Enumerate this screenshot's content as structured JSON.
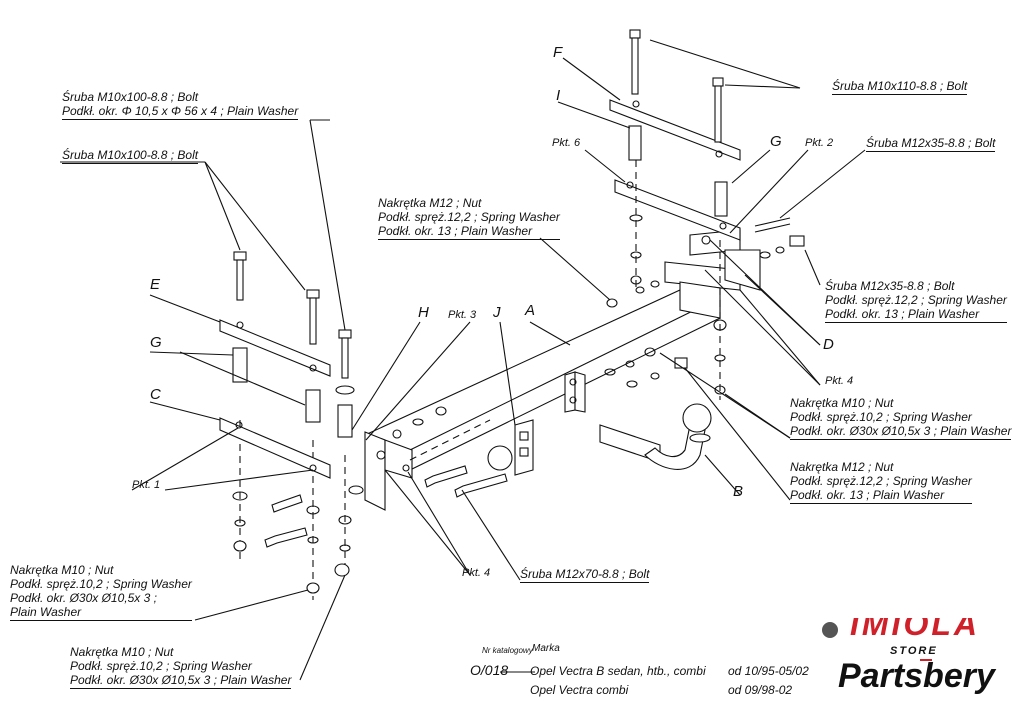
{
  "labels": {
    "bolt_m10x100_washer": [
      "Śruba M10x100-8.8 ;  Bolt",
      "Podkł. okr. Φ 10,5 x Φ 56 x 4 ; Plain Washer"
    ],
    "bolt_m10x100": "Śruba M10x100-8.8 ;  Bolt",
    "bolt_m10x110": "Śruba M10x110-8.8 ;  Bolt",
    "bolt_m12x35_top": "Śruba M12x35-8.8 ;  Bolt",
    "nut_m12_top": [
      "Nakrętka  M12 ; Nut",
      "Podkł. spręż.12,2 ; Spring Washer",
      "Podkł. okr. 13 ; Plain Washer"
    ],
    "bolt_m12x35_right": [
      "Śruba M12x35-8.8 ;  Bolt",
      "Podkł. spręż.12,2 ; Spring Washer",
      "Podkł. okr. 13 ; Plain Washer"
    ],
    "nut_m10_right": [
      "Nakrętka  M10 ; Nut",
      "Podkł. spręż.10,2 ; Spring Washer",
      "Podkł. okr.  Ø30x Ø10,5x 3 ; Plain Washer"
    ],
    "nut_m12_right": [
      "Nakrętka  M12 ; Nut",
      "Podkł. spręż.12,2 ; Spring Washer",
      "Podkł. okr. 13 ; Plain Washer"
    ],
    "nut_m10_left": [
      "Nakrętka  M10 ; Nut",
      "Podkł. spręż.10,2 ; Spring Washer",
      "Podkł. okr.  Ø30x Ø10,5x 3 ;",
      "Plain Washer"
    ],
    "nut_m10_bottom": [
      "Nakrętka  M10 ; Nut",
      "Podkł. spręż.10,2 ; Spring Washer",
      "Podkł. okr.  Ø30x Ø10,5x 3 ; Plain Washer"
    ],
    "bolt_m12x70": "Śruba M12x70-8.8 ;  Bolt"
  },
  "letters": {
    "A": "A",
    "B": "B",
    "C": "C",
    "D": "D",
    "E": "E",
    "F": "F",
    "G1": "G",
    "G2": "G",
    "H": "H",
    "I": "I",
    "J": "J"
  },
  "pkt": {
    "p1": "Pkt. 1",
    "p2": "Pkt. 2",
    "p3": "Pkt. 3",
    "p4a": "Pkt. 4",
    "p4b": "Pkt. 4",
    "p6": "Pkt. 6"
  },
  "title_block": {
    "catalog_header": "Nr katalogowy",
    "brand_header": "Marka",
    "catalog_no": "O/018",
    "rows": [
      {
        "model": "Opel Vectra B sedan, htb., combi",
        "date": "od 10/95-05/02"
      },
      {
        "model": "Opel Vectra combi",
        "date": "od 09/98-02"
      }
    ]
  },
  "watermark": {
    "small": "STORE",
    "big": "Partsbery"
  },
  "brand_logo_text": "IMIOLA",
  "colors": {
    "line": "#111111",
    "brand_red": "#d0202a"
  }
}
